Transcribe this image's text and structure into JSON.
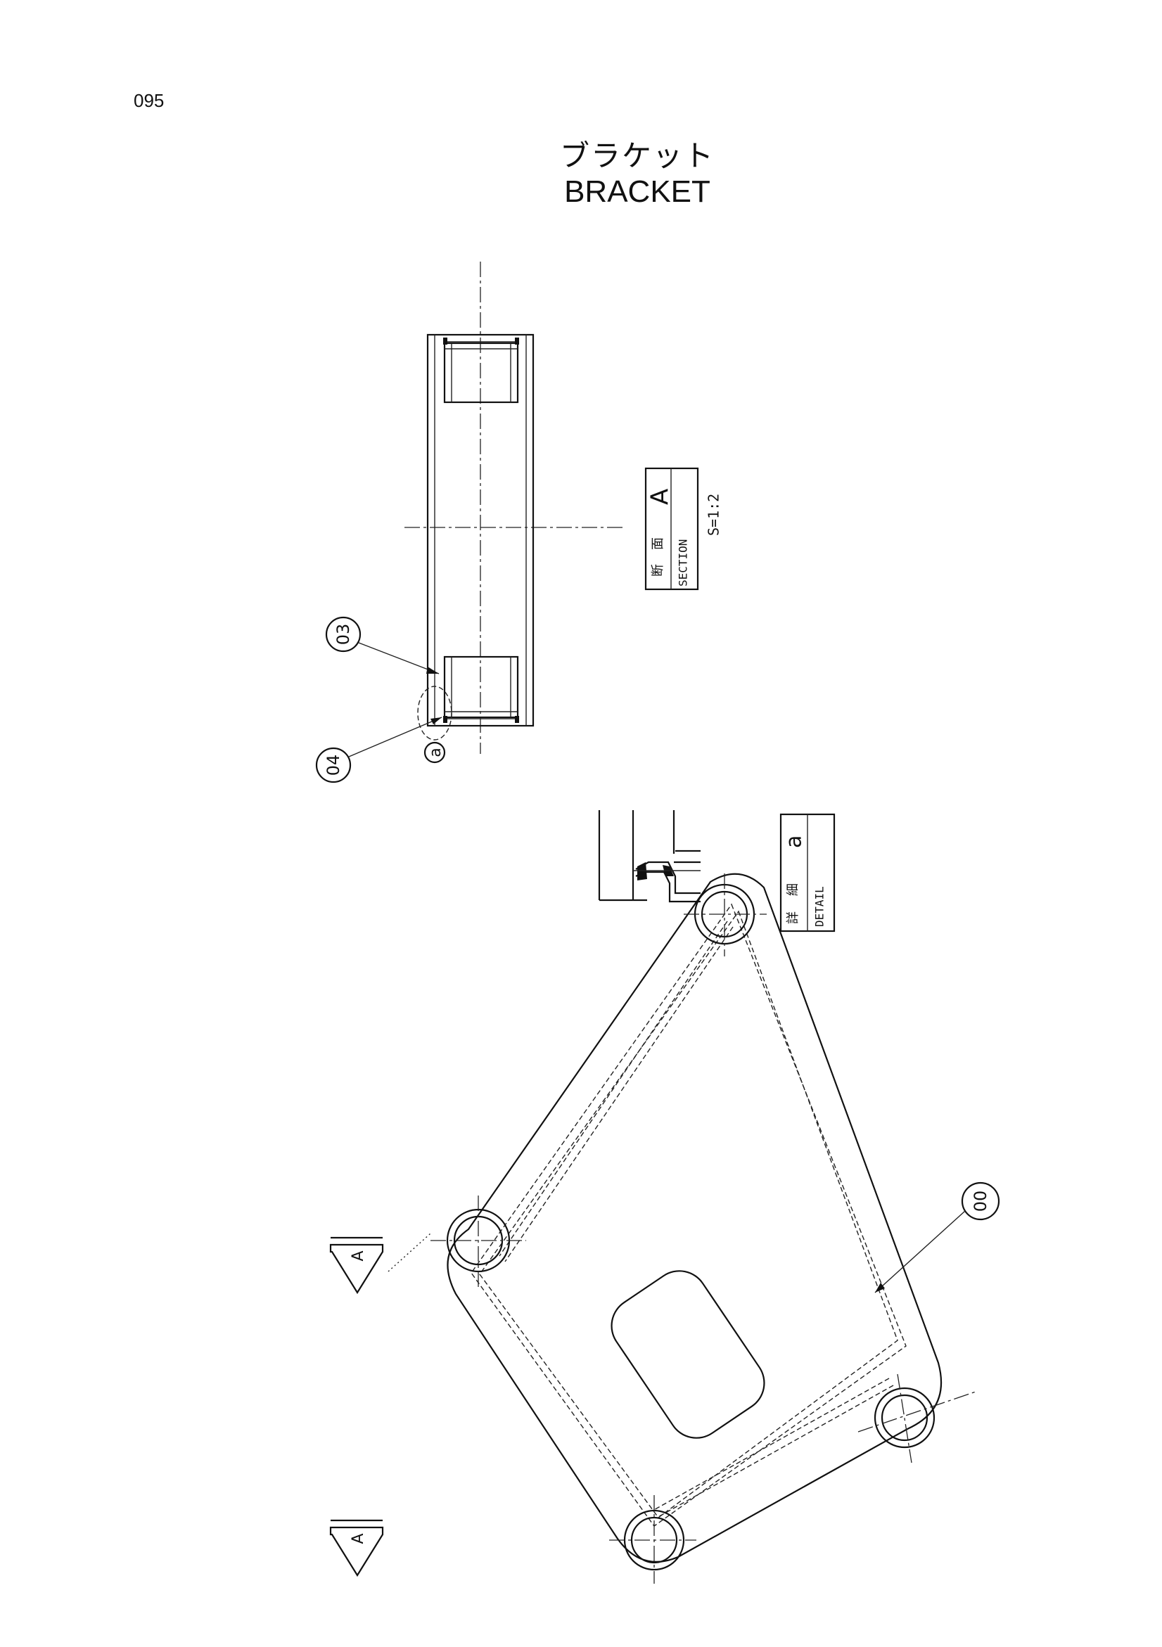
{
  "page": {
    "number": "095"
  },
  "title": {
    "japanese": "ブラケット",
    "english": "BRACKET"
  },
  "section_label": {
    "jp_1": "断",
    "jp_2": "面",
    "en": "SECTION",
    "letter": "A",
    "scale": "S=1:2"
  },
  "detail_label": {
    "jp_1": "詳",
    "jp_2": "細",
    "en": "DETAIL",
    "letter": "a"
  },
  "detail_marker": "a",
  "balloons": {
    "b03": "03",
    "b04": "04",
    "b00": "00"
  },
  "cut_arrows": {
    "top": "A",
    "bottom": "A"
  }
}
